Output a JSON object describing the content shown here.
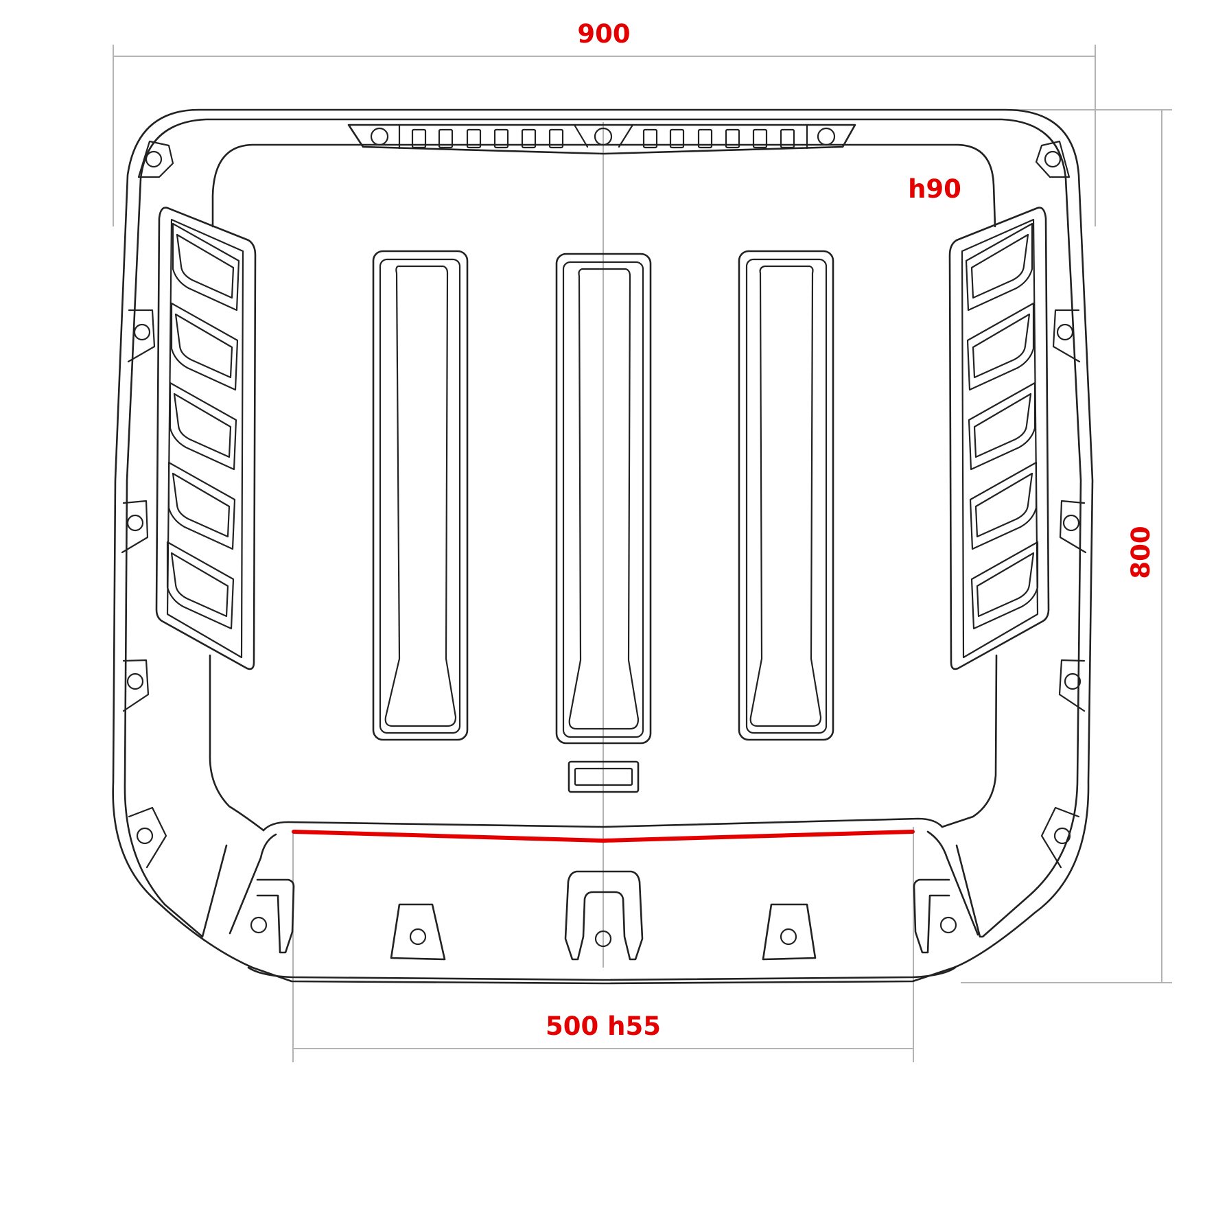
{
  "dimensions": {
    "width_label": "900",
    "height_label": "800",
    "depth_label": "h90",
    "lip_label": "500 h55"
  },
  "colors": {
    "outline": "#222222",
    "dimension_line": "#b3b3b3",
    "highlight": "#e50000"
  }
}
